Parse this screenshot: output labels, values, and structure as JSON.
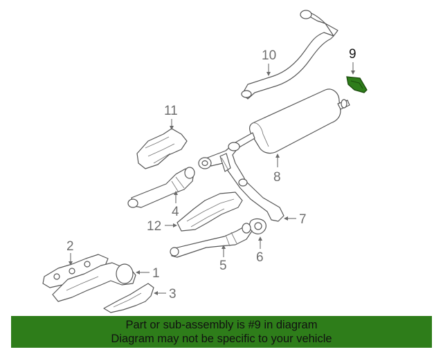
{
  "callouts": {
    "c1": "1",
    "c2": "2",
    "c3": "3",
    "c4": "4",
    "c5": "5",
    "c6": "6",
    "c7": "7",
    "c8": "8",
    "c9": "9",
    "c10": "10",
    "c11": "11",
    "c12": "12"
  },
  "highlight": {
    "part_number": "9",
    "color": "#2e7d1a"
  },
  "banner": {
    "line1": "Part or sub-assembly is #9 in diagram",
    "line2": "Diagram may not be specific to your vehicle",
    "background": "#2e7d1a"
  }
}
